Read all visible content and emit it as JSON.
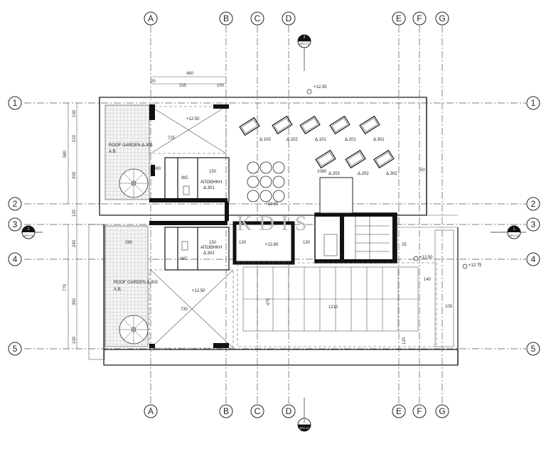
{
  "axes": {
    "columns": [
      "A",
      "B",
      "C",
      "D",
      "E",
      "F",
      "G"
    ],
    "rows": [
      "1",
      "2",
      "3",
      "4",
      "5"
    ]
  },
  "section_markers": {
    "top": {
      "num": "2",
      "ref": "APX-12"
    },
    "bottom": {
      "num": "2",
      "ref": "APX-12"
    },
    "left": {
      "num": "1",
      "ref": "APX-12"
    },
    "right": {
      "num": "1",
      "ref": "APX-12"
    }
  },
  "levels": {
    "top": "+12.35",
    "rg301": "+12.50",
    "rg302": "+12.50",
    "core_upper": "+12.60",
    "core_lower": "+12.60",
    "right_a": "+12.50",
    "right_b": "+12.75"
  },
  "rooms": {
    "rg301": "ROOF GARDEN Δ.301",
    "rg302": "ROOF GARDEN Δ.302",
    "ab1": "A.B.",
    "ab2": "A.B.",
    "wc": "WC",
    "storage301_l1": "ΑΠΟΘΗΚΗ",
    "storage301_l2": "Δ.301",
    "storage302_l1": "ΑΠΟΘΗΚΗ",
    "storage302_l2": "Δ.302"
  },
  "panel_labels": [
    "Δ.103",
    "Δ.102",
    "Δ.101",
    "Δ.201",
    "Δ.301",
    "Δ.203",
    "Δ.202",
    "Δ.302"
  ],
  "dims": {
    "top_total": "460",
    "top_a": "335",
    "top_b": "100",
    "top_c": "25",
    "left_580": "580",
    "left_770": "770",
    "left_v": [
      "100",
      "210",
      "200",
      "120",
      "240",
      "350",
      "100"
    ],
    "d725": "725",
    "d730": "730",
    "d360": "360",
    "d290": "290",
    "d150": "150",
    "d130": "130",
    "d1080": "1080",
    "d1210": "1210",
    "d140": "140",
    "d105": "105",
    "d50": "50",
    "d25": "25",
    "d475": "475",
    "d120": "120"
  },
  "watermark": "K  D I S"
}
